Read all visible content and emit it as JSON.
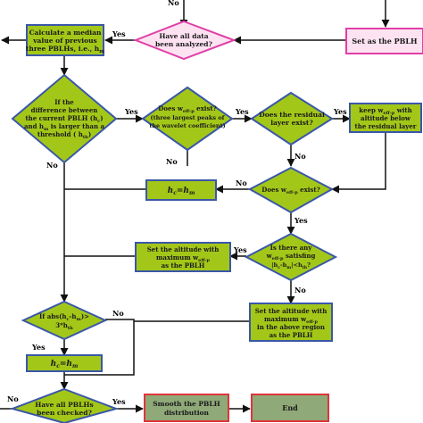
{
  "nodes": {
    "top_edge_label": "No",
    "have_all_data": [
      "Have all data",
      "been analyzed?"
    ],
    "calc_median": [
      "Calculate a median",
      "value of previous",
      "three PBLHs, i.e., h",
      "m"
    ],
    "set_pblh": "Set as the PBLH",
    "if_difference": [
      "If the",
      "difference between",
      "the current PBLH (h",
      "c",
      ")",
      "and h",
      "m",
      " is larger than a",
      "threshold ( h",
      "th",
      ")"
    ],
    "does_weff_1": [
      "Does w",
      "eff-p",
      " exist?",
      "(three largest peaks of",
      "the wavelet coefficient)"
    ],
    "residual_layer": [
      "Does the residual",
      "layer exist?"
    ],
    "keep_weff": [
      "keep w",
      "eff-p",
      " with",
      "altitude below",
      "the residual layer"
    ],
    "hc_eq_hm_1": [
      "h",
      "c",
      "=h",
      "m"
    ],
    "does_weff_2": [
      "Does w",
      "eff-p",
      " exist?"
    ],
    "set_altitude_max": [
      "Set the altitude with",
      "maximum w",
      "eff-p",
      "as the PBLH"
    ],
    "is_there_any": [
      "Is there any",
      "w",
      "eff-p",
      " satisfing",
      "|h",
      "c",
      "-h",
      "m",
      "|<h",
      "th",
      "?"
    ],
    "set_altitude_above": [
      "Set the altitude with",
      "maximum w",
      "eff-p",
      "in the above region",
      "as the PBLH"
    ],
    "if_abs": [
      "If abs(h",
      "c",
      "-h",
      "m",
      ")>",
      "3*h",
      "th"
    ],
    "hc_eq_hm_2": [
      "h",
      "c",
      "=h",
      "m"
    ],
    "have_all_pblh": [
      "Have all PBLHs",
      "been checked?"
    ],
    "smooth": [
      "Smooth the PBLH",
      "distribution"
    ],
    "end": "End"
  },
  "edge_labels": {
    "yes": "Yes",
    "no": "No"
  },
  "colors": {
    "green_fill": "#a3c718",
    "magenta_fill": "#fde3f2",
    "magenta_stroke": "#e040a8",
    "blue_stroke": "#3a57a8",
    "red_stroke": "#e0353a",
    "gray_fill": "#8fa978",
    "line": "#111111"
  }
}
